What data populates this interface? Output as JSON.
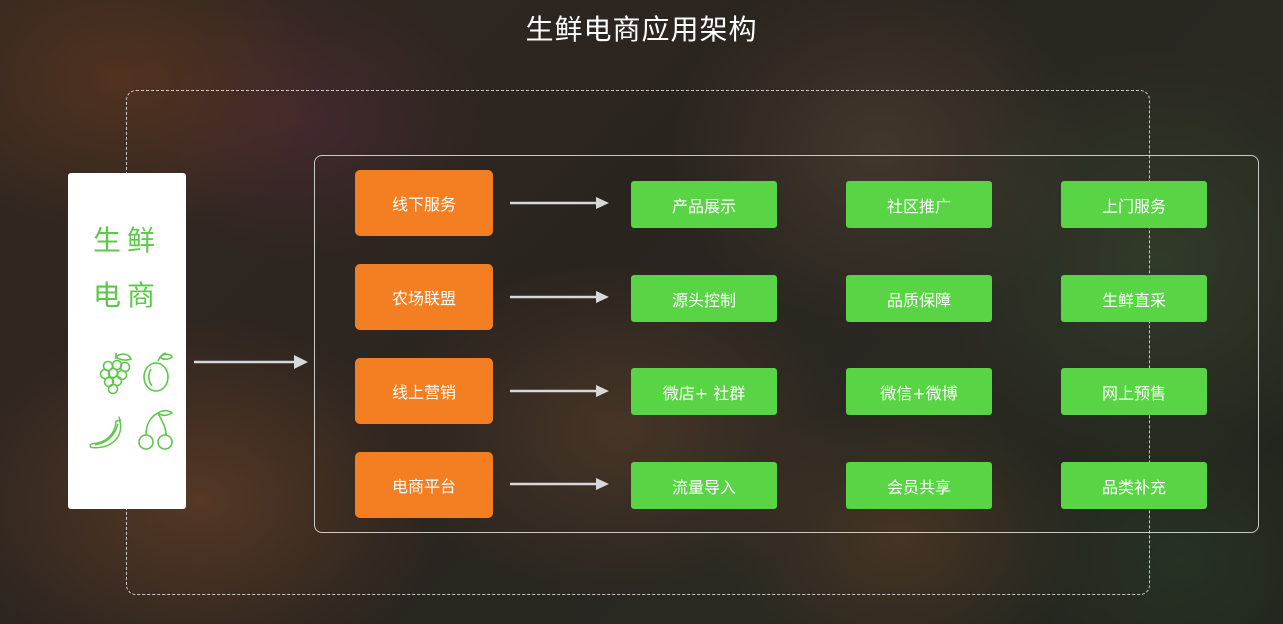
{
  "title": "生鲜电商应用架构",
  "brand": {
    "line1": "生鲜",
    "line2": "电商",
    "icons": [
      "grape-icon",
      "plum-icon",
      "banana-icon",
      "cherry-icon"
    ]
  },
  "colors": {
    "category": "#f47f22",
    "item": "#58d445",
    "brand_text": "#5cc84a"
  },
  "rows": [
    {
      "category": "线下服务",
      "items": [
        "产品展示",
        "社区推广",
        "上门服务"
      ]
    },
    {
      "category": "农场联盟",
      "items": [
        "源头控制",
        "品质保障",
        "生鲜直采"
      ]
    },
    {
      "category": "线上营销",
      "items": [
        "微店+ 社群",
        "微信+微博",
        "网上预售"
      ]
    },
    {
      "category": "电商平台",
      "items": [
        "流量导入",
        "会员共享",
        "品类补充"
      ]
    }
  ]
}
